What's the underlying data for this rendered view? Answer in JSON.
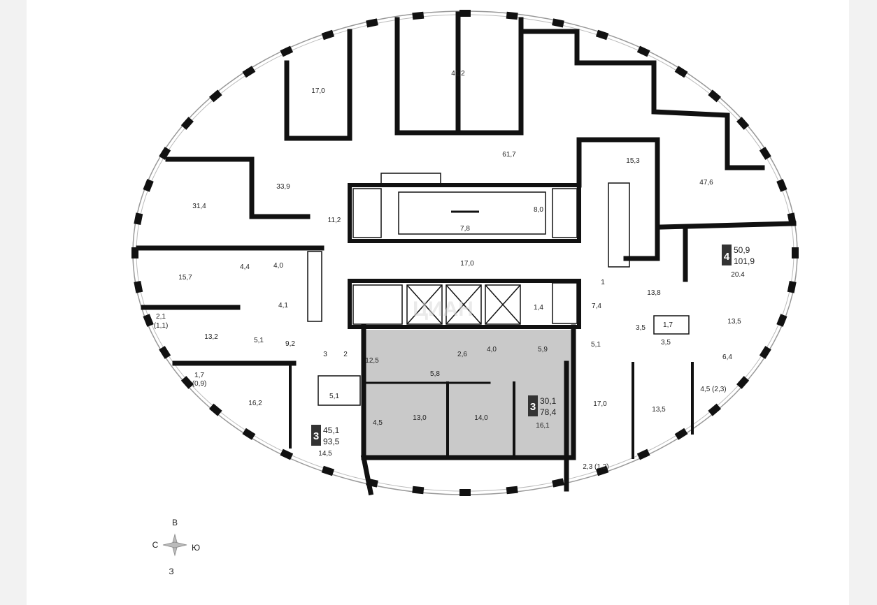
{
  "rooms": {
    "r_17_0_top": "17,0",
    "r_41_2": "41,2",
    "r_61_7": "61,7",
    "r_15_3": "15,3",
    "r_47_6": "47,6",
    "r_33_9": "33,9",
    "r_31_4": "31,4",
    "r_11_2": "11,2",
    "r_8_0": "8,0",
    "r_7_8": "7,8",
    "r_17_0_hall": "17,0",
    "r_15_7": "15,7",
    "r_4_4": "4,4",
    "r_4_0_left": "4,0",
    "r_4_1": "4,1",
    "r_2_1": "2,1",
    "r_1_1": "(1,1)",
    "r_13_2": "13,2",
    "r_5_1_left": "5,1",
    "r_9_2": "9,2",
    "r_1_7": "1,7",
    "r_0_9": "(0,9)",
    "r_16_2": "16,2",
    "r_5_1_mid": "5,1",
    "r_14_5": "14,5",
    "r_12_5": "12,5",
    "r_2_6": "2,6",
    "r_4_0_mid": "4,0",
    "r_5_9": "5,9",
    "r_5_8": "5,8",
    "r_4_5": "4,5",
    "r_13_0": "13,0",
    "r_14_0": "14,0",
    "r_16_1": "16,1",
    "r_1_4": "1,4",
    "r_7_4": "7,4",
    "r_5_1_right": "5,1",
    "r_17_0_right": "17,0",
    "r_2_3": "2,3 (1,2)",
    "r_13_5_lower": "13,5",
    "r_1": "1",
    "r_13_8": "13,8",
    "r_3_5_a": "3,5",
    "r_1_7_right": "1,7",
    "r_3_5_b": "3,5",
    "r_13_5_right": "13,5",
    "r_6_4": "6,4",
    "r_4_5_right": "4,5 (2,3)",
    "r_20_4": "20.4",
    "stair_3": "3",
    "stair_2": "2"
  },
  "apartments": [
    {
      "rooms": "4",
      "living": "50,9",
      "total": "101,9"
    },
    {
      "rooms": "3",
      "living": "30,1",
      "total": "78,4"
    },
    {
      "rooms": "3",
      "living": "45,1",
      "total": "93,5"
    }
  ],
  "compass": {
    "north": "В",
    "west": "С",
    "east": "Ю",
    "south": "З"
  },
  "watermark": "ЦИАН",
  "colors": {
    "wall": "#111111",
    "highlight": "#c9c9c9",
    "background": "#ffffff"
  }
}
